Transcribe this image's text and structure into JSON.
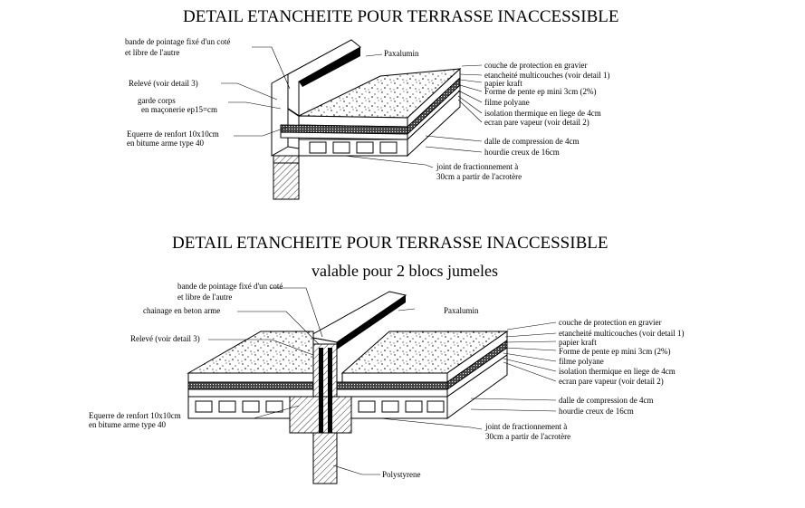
{
  "detail1": {
    "title": "DETAIL ETANCHEITE POUR TERRASSE INACCESSIBLE",
    "labels_left": [
      "bande de pointage fixé d'un coté",
      "et libre de l'autre",
      "Relevé (voir detail 3)",
      "garde corps",
      "en maçonerie ep15=cm",
      "Equerre de renfort 10x10cm",
      "en bitume arme type 40"
    ],
    "label_top": "Paxalumin",
    "labels_right": [
      "couche de protection en gravier",
      "etancheité multicouches (voir detail 1)",
      "papier kraft",
      "Forme de pente ep mini 3cm (2%)",
      "filme polyane",
      "isolation thermique en liege de 4cm",
      "ecran pare vapeur (voir detail 2)",
      "dalle de compression de 4cm",
      "hourdie creux de 16cm"
    ],
    "labels_bottom": [
      "joint de fractionnement à",
      "30cm a partir de l'acrotère"
    ]
  },
  "detail2": {
    "title": "DETAIL ETANCHEITE POUR TERRASSE INACCESSIBLE",
    "subtitle": "valable pour 2 blocs jumeles",
    "labels_left": [
      "bande de pointage fixé d'un coté",
      "et libre de l'autre",
      "chainage en beton arme",
      "Relevé (voir detail 3)",
      "Equerre de renfort 10x10cm",
      "en bitume arme type 40"
    ],
    "label_top": "Paxalumin",
    "labels_right": [
      "couche de protection en gravier",
      "etancheité multicouches (voir detail 1)",
      "papier kraft",
      "Forme de pente ep mini 3cm (2%)",
      "filme polyane",
      "isolation thermique en liege de 4cm",
      "ecran pare vapeur (voir detail 2)",
      "dalle de compression de 4cm",
      "hourdie creux de 16cm"
    ],
    "labels_bottom": [
      "joint de fractionnement à",
      "30cm a partir de l'acrotère"
    ],
    "label_polystyrene": "Polystyrene"
  }
}
